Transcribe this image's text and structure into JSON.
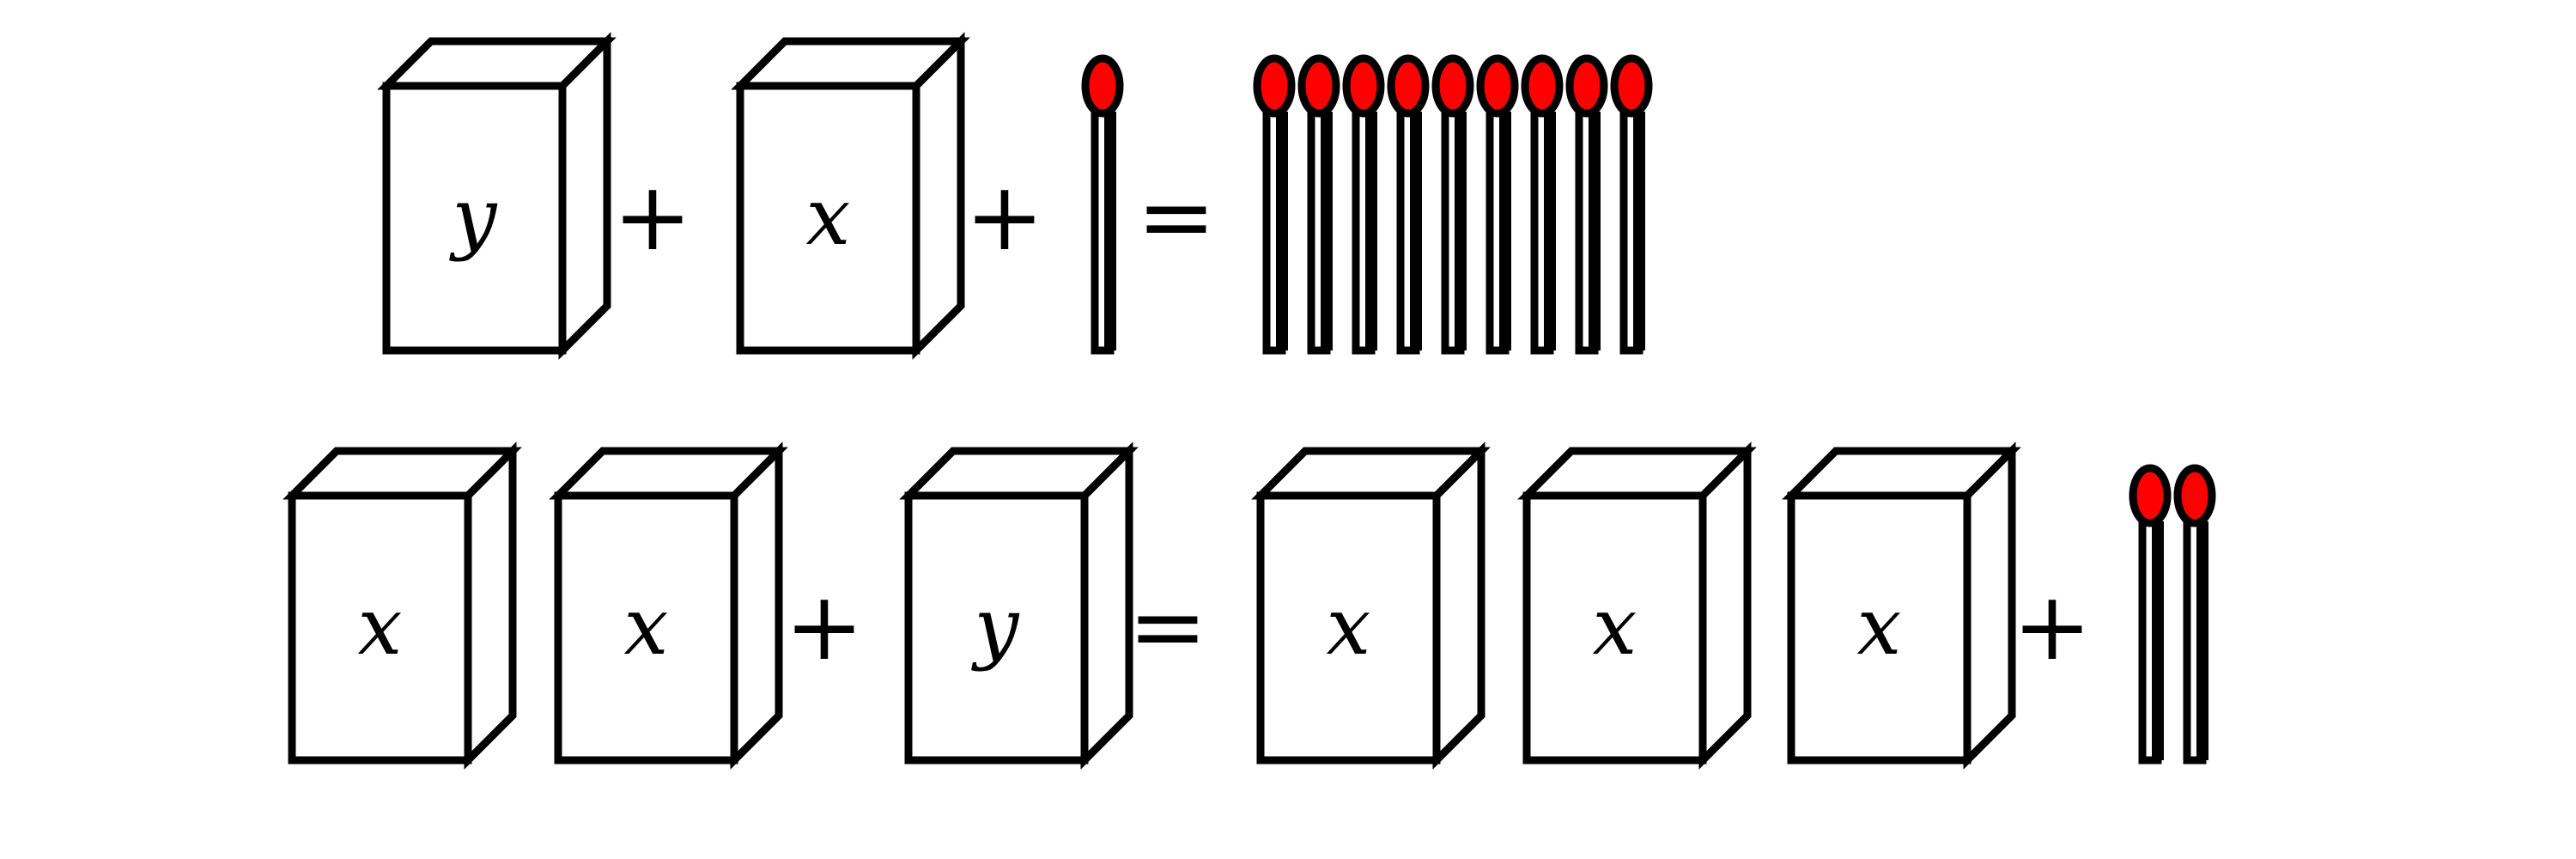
{
  "colors": {
    "stroke": "#000000",
    "box_fill": "#ffffff",
    "match_head": "#ff0000",
    "background": "#ffffff"
  },
  "equations": [
    {
      "id": "eq1",
      "items": [
        {
          "kind": "box",
          "label": "y"
        },
        {
          "kind": "op",
          "symbol": "+"
        },
        {
          "kind": "box",
          "label": "x"
        },
        {
          "kind": "op",
          "symbol": "+"
        },
        {
          "kind": "matches",
          "count": 1
        },
        {
          "kind": "op",
          "symbol": "="
        },
        {
          "kind": "matches",
          "count": 9
        }
      ]
    },
    {
      "id": "eq2",
      "items": [
        {
          "kind": "box",
          "label": "x"
        },
        {
          "kind": "box",
          "label": "x"
        },
        {
          "kind": "op",
          "symbol": "+"
        },
        {
          "kind": "box",
          "label": "y"
        },
        {
          "kind": "op",
          "symbol": "="
        },
        {
          "kind": "box",
          "label": "x"
        },
        {
          "kind": "box",
          "label": "x"
        },
        {
          "kind": "box",
          "label": "x"
        },
        {
          "kind": "op",
          "symbol": "+"
        },
        {
          "kind": "matches",
          "count": 2
        }
      ]
    }
  ]
}
